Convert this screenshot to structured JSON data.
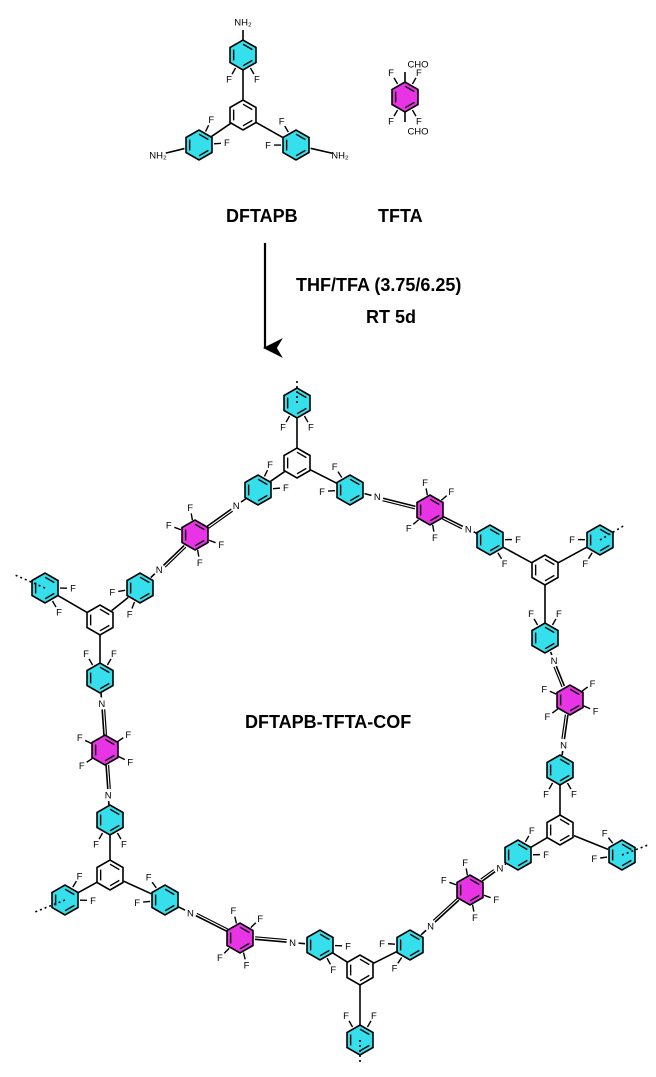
{
  "labels": {
    "monomer_amine": "DFTAPB",
    "monomer_aldehyde": "TFTA",
    "conditions_solvent": "THF/TFA (3.75/6.25)",
    "conditions_time": "RT 5d",
    "product": "DFTAPB-TFTA-COF"
  },
  "atoms": {
    "fluorine": "F",
    "imine_n": "N",
    "amine": "NH₂",
    "aldehyde": "CHO"
  },
  "colors": {
    "cyan_ring": "#35e0ec",
    "magenta_ring": "#e934e6",
    "line": "#000000"
  }
}
